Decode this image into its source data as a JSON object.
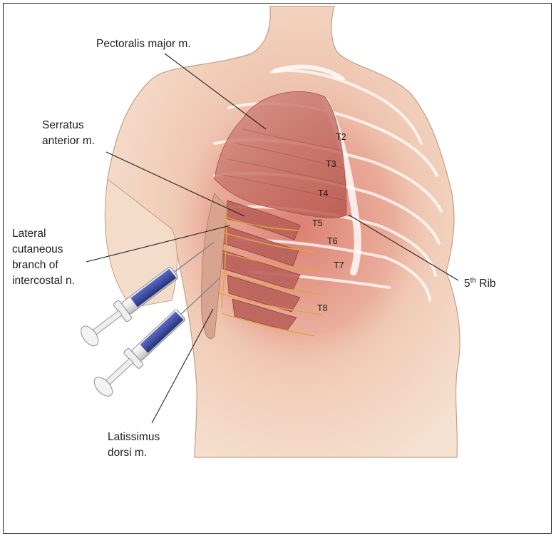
{
  "labels": {
    "pectoralis": "Pectoralis major m.",
    "serratus": [
      "Serratus",
      "anterior m."
    ],
    "lateral_branch": [
      "Lateral",
      "cutaneous",
      "branch of",
      "intercostal n."
    ],
    "rib": {
      "base": "5",
      "sup": "th",
      "rest": " Rib"
    },
    "latissimus": [
      "Latissimus",
      "dorsi m."
    ]
  },
  "vertebral_levels": [
    "T2",
    "T3",
    "T4",
    "T5",
    "T6",
    "T7",
    "T8"
  ],
  "colors": {
    "skin": "#f3dcc8",
    "muscle": "#c9716a",
    "nerve": "#e0a640",
    "syringe_plunger": "#3b4aa0",
    "leader_line": "#222222",
    "frame": "#222222"
  }
}
